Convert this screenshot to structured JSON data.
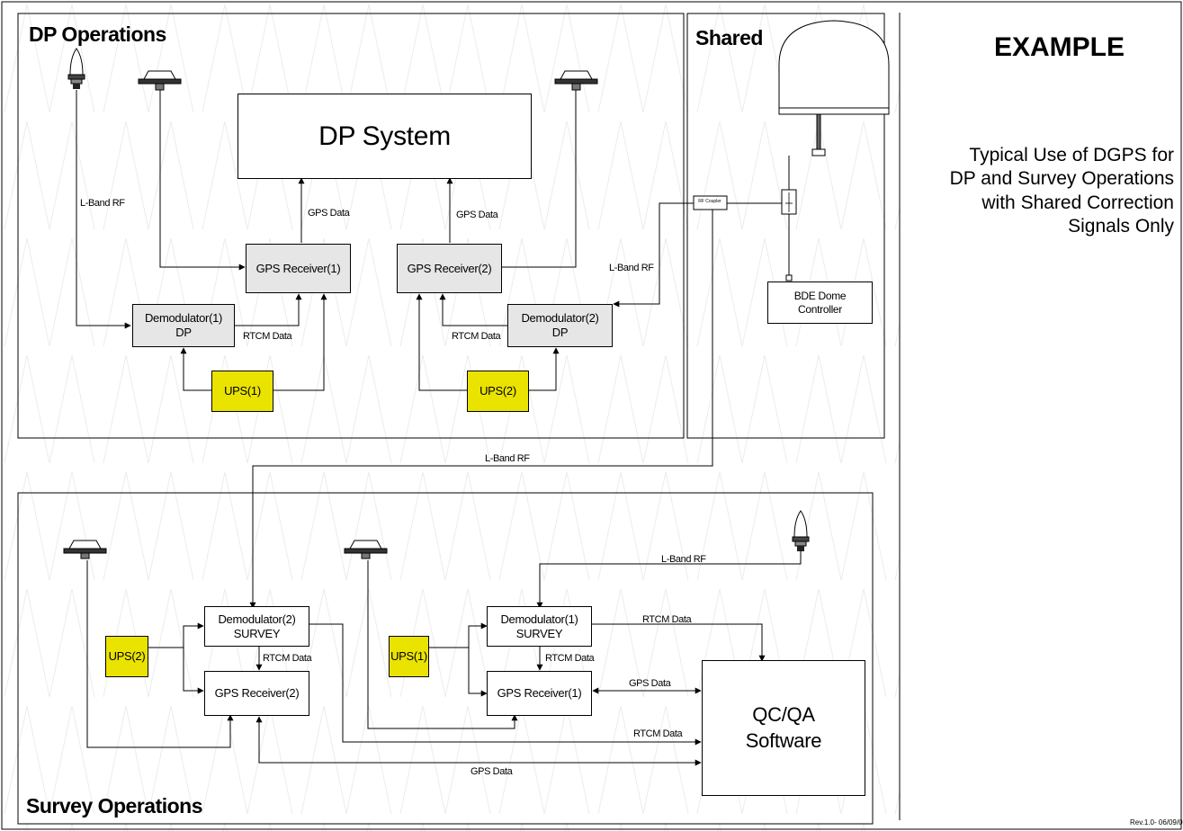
{
  "panels": {
    "dp_title": "DP Operations",
    "shared_title": "Shared",
    "survey_title": "Survey Operations"
  },
  "example": {
    "title": "EXAMPLE",
    "subtitle_lines": [
      "Typical Use of DGPS for",
      "DP and Survey Operations",
      "with Shared Correction",
      "Signals Only"
    ],
    "revision": "Rev.1.0- 06/09/0"
  },
  "dp": {
    "system": "DP System",
    "gps1": "GPS Receiver(1)",
    "gps2": "GPS Receiver(2)",
    "demod1": [
      "Demodulator(1)",
      "DP"
    ],
    "demod2": [
      "Demodulator(2)",
      "DP"
    ],
    "ups1": "UPS(1)",
    "ups2": "UPS(2)"
  },
  "shared": {
    "bde": [
      "BDE Dome",
      "Controller"
    ],
    "rf_coupler": "RF Coupler"
  },
  "survey": {
    "demod2": [
      "Demodulator(2)",
      "SURVEY"
    ],
    "demod1": [
      "Demodulator(1)",
      "SURVEY"
    ],
    "gps2": "GPS Receiver(2)",
    "gps1": "GPS Receiver(1)",
    "ups2": "UPS(2)",
    "ups1": "UPS(1)",
    "qc": [
      "QC/QA",
      "Software"
    ]
  },
  "labels": {
    "lband": "L-Band RF",
    "gps_data": "GPS Data",
    "rtcm": "RTCM Data"
  },
  "colors": {
    "ups_fill": "#eae300",
    "box_fill": "#e6e6e6"
  }
}
